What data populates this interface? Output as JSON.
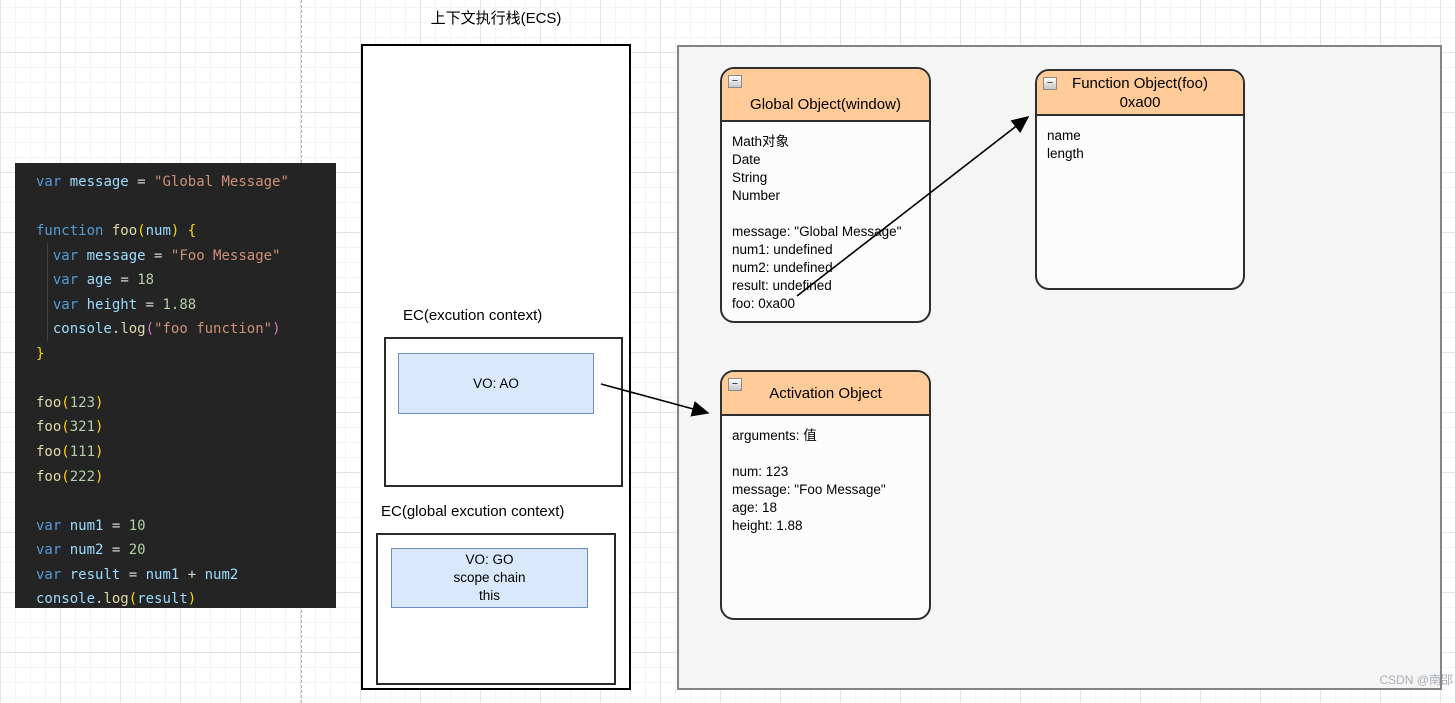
{
  "watermark": "CSDN @南郘",
  "colors": {
    "header_orange": "#ffcc99",
    "card_border": "#2f2f2f",
    "vo_fill": "#dae8fc",
    "vo_border": "#6c8ebf",
    "heap_panel_fill": "#f5f5f5",
    "code_background": "#242424"
  },
  "code_panel": {
    "lines": [
      [
        [
          "kw",
          "var"
        ],
        [
          "op",
          " "
        ],
        [
          "var",
          "message"
        ],
        [
          "op",
          " = "
        ],
        [
          "str",
          "\"Global Message\""
        ]
      ],
      [],
      [
        [
          "kw",
          "function"
        ],
        [
          "op",
          " "
        ],
        [
          "fn",
          "foo"
        ],
        [
          "b1",
          "("
        ],
        [
          "var",
          "num"
        ],
        [
          "b1",
          ")"
        ],
        [
          "op",
          " "
        ],
        [
          "b1",
          "{"
        ]
      ],
      [
        [
          "op",
          "  "
        ],
        [
          "kw",
          "var"
        ],
        [
          "op",
          " "
        ],
        [
          "var",
          "message"
        ],
        [
          "op",
          " = "
        ],
        [
          "str",
          "\"Foo Message\""
        ]
      ],
      [
        [
          "op",
          "  "
        ],
        [
          "kw",
          "var"
        ],
        [
          "op",
          " "
        ],
        [
          "var",
          "age"
        ],
        [
          "op",
          " = "
        ],
        [
          "num",
          "18"
        ]
      ],
      [
        [
          "op",
          "  "
        ],
        [
          "kw",
          "var"
        ],
        [
          "op",
          " "
        ],
        [
          "var",
          "height"
        ],
        [
          "op",
          " = "
        ],
        [
          "num",
          "1.88"
        ]
      ],
      [
        [
          "op",
          "  "
        ],
        [
          "var",
          "console"
        ],
        [
          "op",
          "."
        ],
        [
          "fn",
          "log"
        ],
        [
          "b2",
          "("
        ],
        [
          "str",
          "\"foo function\""
        ],
        [
          "b2",
          ")"
        ]
      ],
      [
        [
          "b1",
          "}"
        ]
      ],
      [],
      [
        [
          "fn",
          "foo"
        ],
        [
          "b1",
          "("
        ],
        [
          "num",
          "123"
        ],
        [
          "b1",
          ")"
        ]
      ],
      [
        [
          "fn",
          "foo"
        ],
        [
          "b1",
          "("
        ],
        [
          "num",
          "321"
        ],
        [
          "b1",
          ")"
        ]
      ],
      [
        [
          "fn",
          "foo"
        ],
        [
          "b1",
          "("
        ],
        [
          "num",
          "111"
        ],
        [
          "b1",
          ")"
        ]
      ],
      [
        [
          "fn",
          "foo"
        ],
        [
          "b1",
          "("
        ],
        [
          "num",
          "222"
        ],
        [
          "b1",
          ")"
        ]
      ],
      [],
      [
        [
          "kw",
          "var"
        ],
        [
          "op",
          " "
        ],
        [
          "var",
          "num1"
        ],
        [
          "op",
          " = "
        ],
        [
          "num",
          "10"
        ]
      ],
      [
        [
          "kw",
          "var"
        ],
        [
          "op",
          " "
        ],
        [
          "var",
          "num2"
        ],
        [
          "op",
          " = "
        ],
        [
          "num",
          "20"
        ]
      ],
      [
        [
          "kw",
          "var"
        ],
        [
          "op",
          " "
        ],
        [
          "var",
          "result"
        ],
        [
          "op",
          " = "
        ],
        [
          "var",
          "num1"
        ],
        [
          "op",
          " + "
        ],
        [
          "var",
          "num2"
        ]
      ],
      [
        [
          "var",
          "console"
        ],
        [
          "op",
          "."
        ],
        [
          "fn",
          "log"
        ],
        [
          "b1",
          "("
        ],
        [
          "var",
          "result"
        ],
        [
          "b1",
          ")"
        ]
      ]
    ]
  },
  "ecs": {
    "title": "上下文执行栈(ECS)",
    "frames": [
      {
        "label": "EC(excution context)",
        "vo": [
          "VO: AO"
        ]
      },
      {
        "label": "EC(global excution context)",
        "vo": [
          "VO: GO",
          "scope chain",
          "this"
        ]
      }
    ]
  },
  "heap": {
    "cards": [
      {
        "title_lines": [
          "Global Object(window)"
        ],
        "collapse_glyph": "−",
        "body": [
          "Math对象",
          "Date",
          "String",
          "Number",
          "",
          "message: \"Global Message\"",
          "num1: undefined",
          "num2: undefined",
          "result: undefined",
          "foo: 0xa00"
        ]
      },
      {
        "title_lines": [
          "Function Object(foo)",
          "0xa00"
        ],
        "collapse_glyph": "−",
        "body": [
          "name",
          "length"
        ]
      },
      {
        "title_lines": [
          "Activation Object"
        ],
        "collapse_glyph": "−",
        "body": [
          "arguments: 值",
          "",
          "num: 123",
          "message: \"Foo Message\"",
          "age: 18",
          "height: 1.88"
        ]
      }
    ]
  }
}
